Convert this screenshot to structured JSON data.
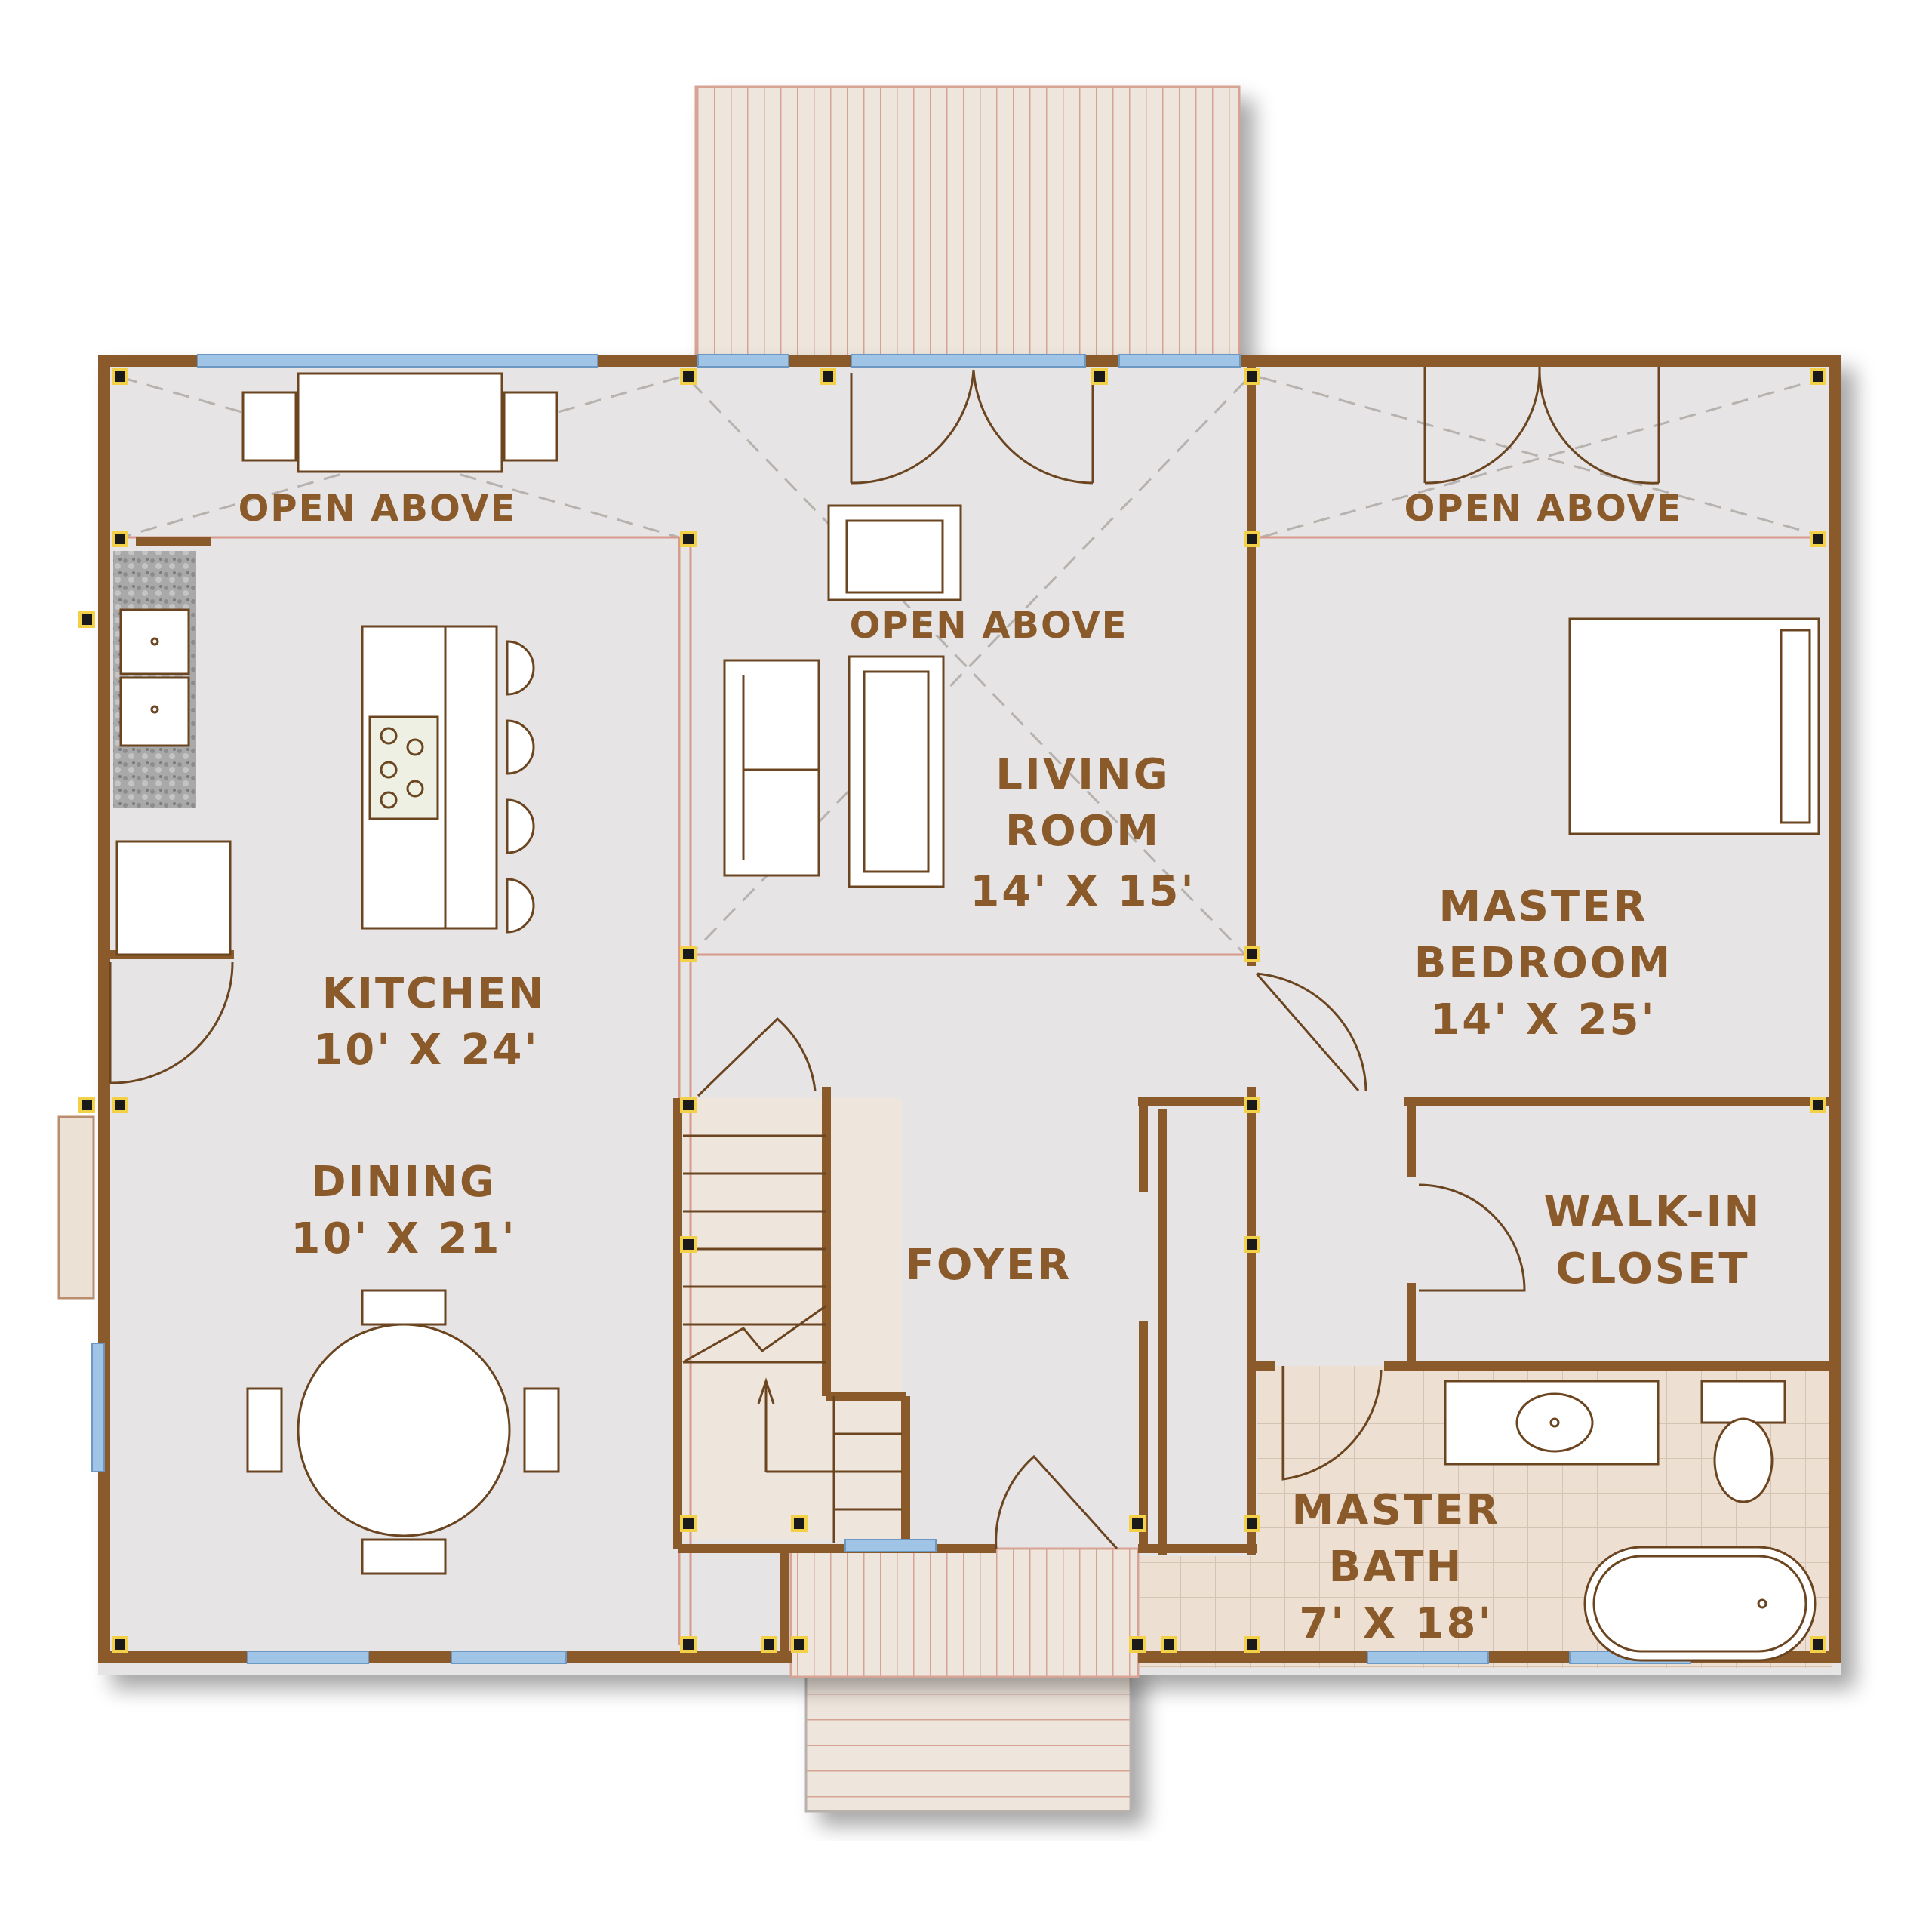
{
  "colors": {
    "floor": "#e6e4e4",
    "wall": "#8b5a2b",
    "window": "#9fc4e6",
    "deck": "#eee5dc",
    "bath_tile": "#ede0d2",
    "label": "#8a5a2b",
    "post": "#1a1a1a"
  },
  "labels": {
    "open_above_kitchen": "OPEN ABOVE",
    "open_above_living": "OPEN ABOVE",
    "open_above_bedroom": "OPEN ABOVE",
    "living_name_1": "LIVING",
    "living_name_2": "ROOM",
    "living_size": "14' X 15'",
    "kitchen_name": "KITCHEN",
    "kitchen_size": "10' X 24'",
    "dining_name": "DINING",
    "dining_size": "10' X 21'",
    "foyer_name": "FOYER",
    "master_bedroom_name_1": "MASTER",
    "master_bedroom_name_2": "BEDROOM",
    "master_bedroom_size": "14' X 25'",
    "closet_name_1": "WALK-IN",
    "closet_name_2": "CLOSET",
    "bath_name_1": "MASTER",
    "bath_name_2": "BATH",
    "bath_size": "7' X 18'"
  }
}
